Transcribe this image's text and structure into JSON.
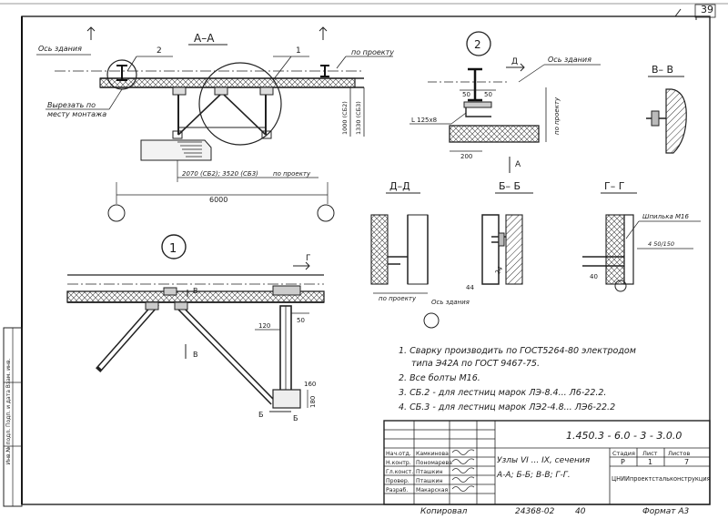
{
  "page": {
    "number": "39"
  },
  "view_aa": {
    "title": "А–А",
    "os_zdaniya": "Ось здания",
    "callout_2": "2",
    "callout_1": "1",
    "po_proektu_top": "по проекту",
    "vyrezat_1": "Вырезать по",
    "vyrezat_2": "месту монтажа",
    "dim_1000": "1000 (СБ2)",
    "dim_1330": "1330 (СБ3)",
    "dim_2070": "2070 (СБ2); 3520 (СБ3)",
    "po_proektu_bottom": "по проекту",
    "dim_6000": "6000"
  },
  "node_2": {
    "label": "2",
    "d_mark": "Д",
    "os_zdaniya": "Ось здания",
    "dim_50a": "50",
    "dim_50b": "50",
    "angle": "L 125х8",
    "po_proektu": "по проекту",
    "dim_200": "200",
    "a_mark": "А"
  },
  "view_vv": {
    "title": "В– В"
  },
  "view_dd": {
    "title": "Д–Д",
    "po_proektu": "по проекту",
    "os_zdaniya": "Ось здания"
  },
  "view_bb": {
    "title": "Б– Б",
    "dim_44": "44",
    "dim_24": "24"
  },
  "view_gg": {
    "title": "Г– Г",
    "shpilka": "Шпилька М16",
    "weld": "4 50/150",
    "dim_40": "40"
  },
  "node_1": {
    "label": "1",
    "g_mark": "Г",
    "v_mark_top": "В",
    "dim_50": "50",
    "dim_120": "120",
    "v_mark_left": "В",
    "dim_160": "160",
    "dim_180": "180",
    "b_mark": "Б",
    "b_mark2": "Б"
  },
  "notes": [
    "1. Сварку производить по ГОСТ5264-80 электродом",
    "типа Э42А по ГОСТ 9467-75.",
    "2. Все болты М16.",
    "3. СБ.2 - для лестниц марок  ЛЭ-8.4...  Л6-22.2.",
    "4. СБ.3 - для лестниц марок ЛЭ2-4.8...  ЛЭ6-22.2"
  ],
  "side_stamp": "Инв.№ подл.  Подп. и дата  Взам. инв.",
  "title_block": {
    "doc_code": "1.450.3 - 6.0 - 3 - 3.0.0",
    "title_line1": "Узлы VI ... IX, сечения",
    "title_line2": "А-А; Б-Б; В-В; Г-Г.",
    "stage_header": "Стадия",
    "sheet_header": "Лист",
    "sheets_header": "Листов",
    "stage": "Р",
    "sheet": "1",
    "sheets": "7",
    "org": "ЦНИИпроектстальконструкция",
    "signatures": [
      {
        "role": "Нач.отд.",
        "name": "Камкинова"
      },
      {
        "role": "Н.контр.",
        "name": "Пономарева"
      },
      {
        "role": "Гл.конст.",
        "name": "Пташкин"
      },
      {
        "role": "Провер.",
        "name": "Пташкин"
      },
      {
        "role": "Разраб.",
        "name": "Макарская"
      }
    ]
  },
  "footer": {
    "copied": "Копировал",
    "inv": "24368-02",
    "num": "40",
    "format": "Формат А3"
  }
}
